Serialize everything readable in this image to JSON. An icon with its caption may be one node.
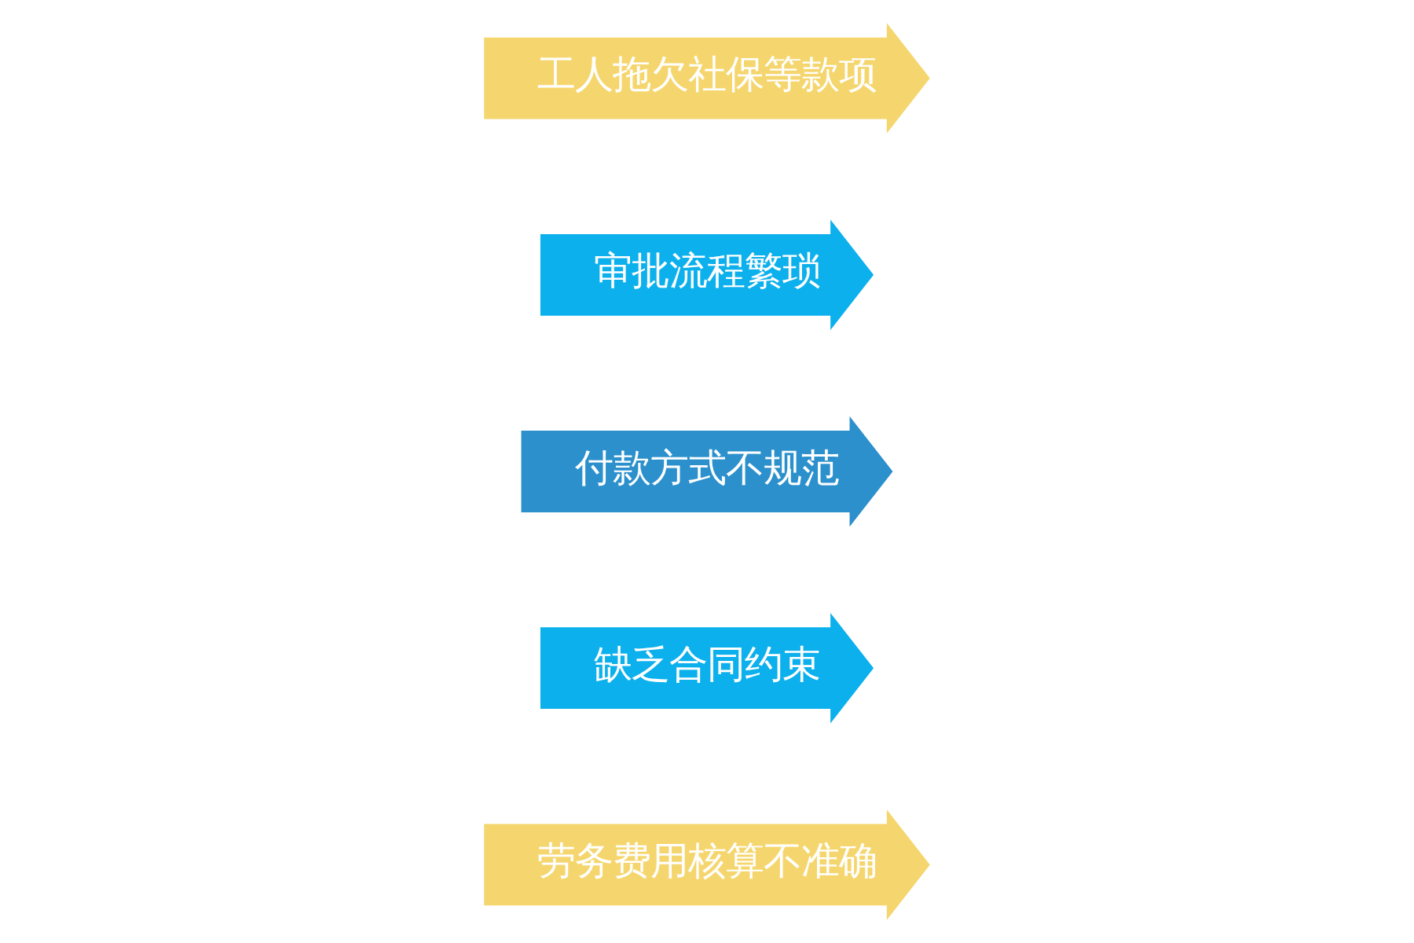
{
  "diagram": {
    "nodes": [
      {
        "text": [
          "劳务费用核算不准确"
        ]
      },
      {
        "text": [
          "缺乏合同约束"
        ]
      },
      {
        "text": [
          "付款方式不规范"
        ]
      },
      {
        "text": [
          "审批流程繁琐"
        ]
      },
      {
        "text": [
          "工人拖欠社保等款项"
        ]
      }
    ]
  }
}
